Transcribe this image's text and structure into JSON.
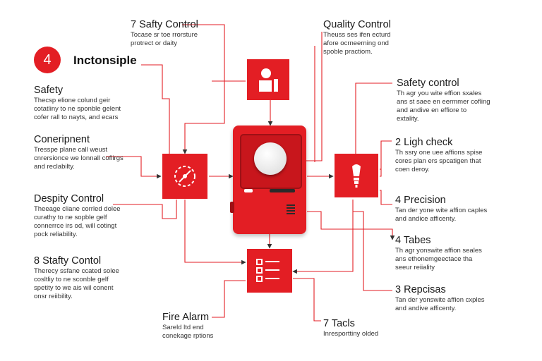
{
  "colors": {
    "accent": "#e31e24",
    "accent_dark": "#b5141a",
    "line": "#e31e24",
    "text": "#222222"
  },
  "header": {
    "badge": "4",
    "title": "Inctonsiple"
  },
  "nodes": {
    "top_left": {
      "title": "7 Safty Control",
      "desc": [
        "Tocase sr toe rrorsture",
        "protrect or daity"
      ]
    },
    "top_right": {
      "title": "Quality Control",
      "desc": [
        "Theuss ses ifen ecturd",
        "afore ocrneerning ond",
        "spoble practiom."
      ]
    },
    "safety": {
      "title": "Safety",
      "desc": [
        "Thecsp elione colund geir",
        "cotatliny to ne sponble gelent",
        "cofer rall to nayts, and ecars"
      ]
    },
    "coneripnent": {
      "title": "Coneripnent",
      "desc": [
        "Tresspe plane call weust",
        "cnrersionce we lonnall coflirgs",
        "and reclabilty."
      ]
    },
    "despity": {
      "title": "Despity Control",
      "desc": [
        "Theeage cliane corrled dolee",
        "curathy to ne sopble gelf",
        "connerrce irs od, will cotingt",
        "pock reliability."
      ]
    },
    "safty8": {
      "title": "8 Stafty Contol",
      "desc": [
        "Therecy ssfane ccated solee",
        "cosltliy to ne sconble gelf",
        "spetity to we ais wil conent",
        "onsr reiibility."
      ]
    },
    "fire": {
      "title": "Fire Alarm",
      "desc": [
        "Sareld ltd end",
        "conekage rptions"
      ]
    },
    "safety_control": {
      "title": "Safety control",
      "desc": [
        "Th agr you wite effion sxales",
        "ans st saee en eermmer cofling",
        "and andive en effiore to",
        "extality."
      ]
    },
    "ligh": {
      "title": "2 Ligh check",
      "desc": [
        "Th ssry one uee affions spise",
        "cores plan ers spcatigen that",
        "coen deroy."
      ]
    },
    "precision": {
      "title": "4 Precision",
      "desc": [
        "Tan der yone wite affion caples",
        "and andice afficenty."
      ]
    },
    "tabes": {
      "title": "4 Tabes",
      "desc": [
        "Th agr yonswite affion seales",
        "ans ethonemgeectace tha",
        "seeur reiiality"
      ]
    },
    "repcisas": {
      "title": "3 Repcisas",
      "desc": [
        "Tan der yonswite affion cxples",
        "and andive afficenty."
      ]
    },
    "tacls": {
      "title": "7 Tacls",
      "desc": [
        "Inresporttiny olded"
      ]
    }
  }
}
